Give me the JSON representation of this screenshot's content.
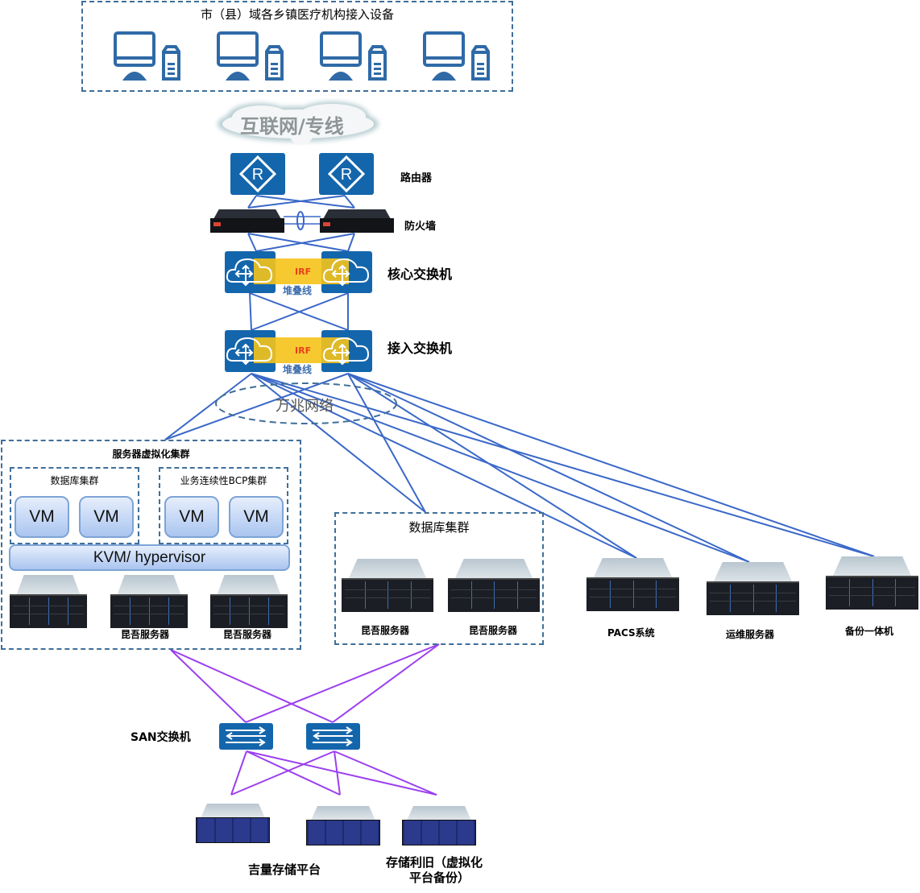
{
  "top_group": {
    "title": "市（县）域各乡镇医疗机构接入设备",
    "devices": [
      {
        "icon": "desktop-computer-icon"
      },
      {
        "icon": "desktop-computer-icon"
      },
      {
        "icon": "desktop-computer-icon"
      },
      {
        "icon": "desktop-computer-icon"
      }
    ]
  },
  "internet": {
    "label": "互联网/专线",
    "icon": "cloud-icon"
  },
  "router": {
    "label": "路由器",
    "icon_text": "R"
  },
  "firewall": {
    "label": "防火墙"
  },
  "core_switch": {
    "label": "核心交换机",
    "irf_label": "IRF",
    "stack_label": "堆叠线"
  },
  "access_switch": {
    "label": "接入交换机",
    "irf_label": "IRF",
    "stack_label": "堆叠线"
  },
  "network_ring": {
    "label": "万兆网络"
  },
  "virtualization_cluster": {
    "title": "服务器虚拟化集群",
    "db_cluster": {
      "title": "数据库集群",
      "vms": [
        "VM",
        "VM"
      ]
    },
    "bcp_cluster": {
      "title": "业务连续性BCP集群",
      "vms": [
        "VM",
        "VM"
      ]
    },
    "hypervisor": "KVM/ hypervisor",
    "servers": [
      "",
      "昆吾服务器",
      "昆吾服务器"
    ]
  },
  "database_cluster": {
    "title": "数据库集群",
    "servers": [
      "昆吾服务器",
      "昆吾服务器"
    ]
  },
  "standalone_servers": [
    "PACS系统",
    "运维服务器",
    "备份一体机"
  ],
  "san": {
    "label": "SAN交换机"
  },
  "storage": {
    "main_label": "吉量存储平台",
    "backup_label_line1": "存储利旧（虚拟化",
    "backup_label_line2": "平台备份）"
  },
  "colors": {
    "device_blue": "#1466ac",
    "link_blue": "#3a68c8",
    "san_purple": "#9b3ff0",
    "dash_border": "#3f6f99",
    "irf_yellow": "#f5c31a"
  }
}
